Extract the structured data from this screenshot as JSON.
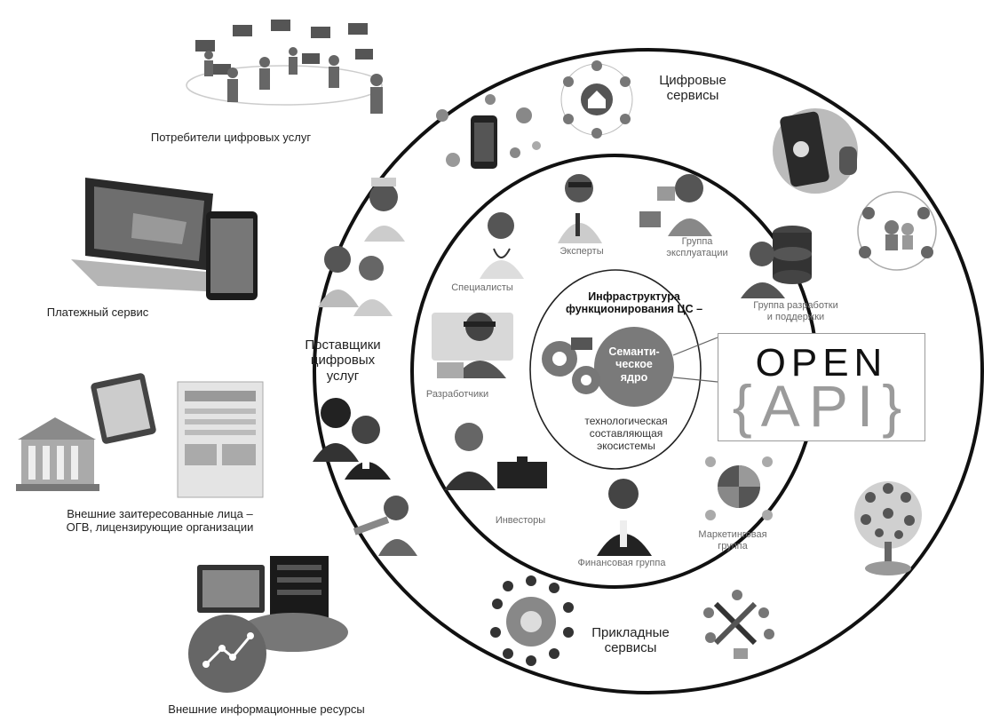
{
  "outer_labels": {
    "consumers": "Потребители цифровых услуг",
    "payment": "Платежный сервис",
    "stakeholders": "Внешние заитересованные лица –\nОГВ, лицензирующие организации",
    "external_resources": "Внешние информационные ресурсы"
  },
  "ring_outer": {
    "digital_services": "Цифровые\nсервисы",
    "suppliers": "Поставщики\nцифровых\nуслуг",
    "applied_services": "Прикладные\nсервисы"
  },
  "ring_inner": {
    "experts": "Эксперты",
    "operations_group": "Группа\nэксплуатации",
    "specialists": "Специалисты",
    "dev_support_group": "Группа разработки\nи поддержки",
    "developers": "Разработчики",
    "investors": "Инвесторы",
    "finance_group": "Финансовая группа",
    "marketing_group": "Маркетинговая\nгруппа"
  },
  "core": {
    "title": "Инфраструктура\nфункционирования ЦС –",
    "semantic_core": "Семанти-\nческое\nядро",
    "subtitle": "технологическая\nсоставляющая\nэкосистемы"
  },
  "open_api": {
    "line1": "OPEN",
    "line2": "{API}"
  },
  "colors": {
    "ring_stroke": "#111111",
    "semantic_fill": "#7a7a7a",
    "icon_dark": "#3a3a3a",
    "icon_mid": "#8a8a8a",
    "icon_light": "#c8c8c8"
  }
}
